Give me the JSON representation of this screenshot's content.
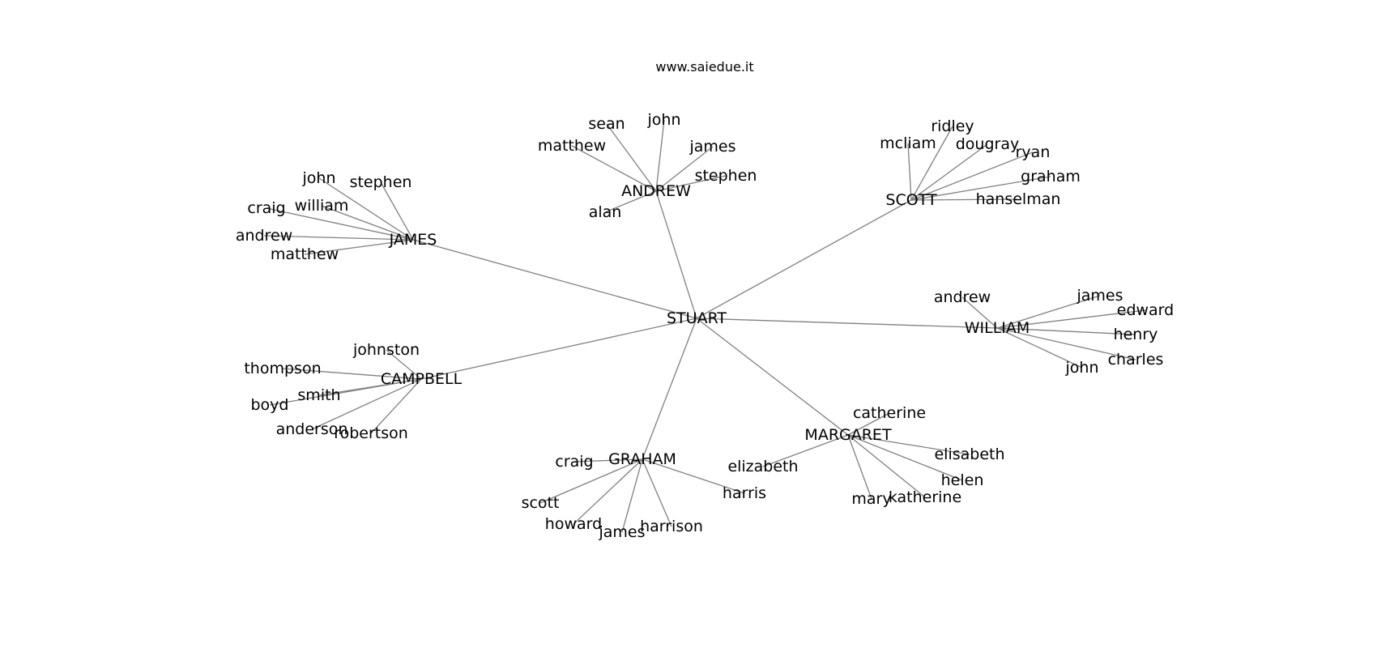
{
  "title": "www.saiedue.it",
  "graph": {
    "center": {
      "label": "STUART"
    },
    "hubs": [
      {
        "label": "JAMES",
        "children": [
          "john",
          "stephen",
          "craig",
          "william",
          "andrew",
          "matthew"
        ]
      },
      {
        "label": "ANDREW",
        "children": [
          "sean",
          "john",
          "matthew",
          "james",
          "stephen",
          "alan"
        ]
      },
      {
        "label": "SCOTT",
        "children": [
          "ridley",
          "mcliam",
          "dougray",
          "ryan",
          "graham",
          "hanselman"
        ]
      },
      {
        "label": "WILLIAM",
        "children": [
          "andrew",
          "james",
          "edward",
          "henry",
          "charles",
          "john"
        ]
      },
      {
        "label": "CAMPBELL",
        "children": [
          "johnston",
          "thompson",
          "smith",
          "boyd",
          "anderson",
          "robertson"
        ]
      },
      {
        "label": "GRAHAM",
        "children": [
          "craig",
          "scott",
          "howard",
          "james",
          "harrison",
          "harris"
        ]
      },
      {
        "label": "MARGARET",
        "children": [
          "catherine",
          "elizabeth",
          "elisabeth",
          "helen",
          "katherine",
          "mary"
        ]
      }
    ]
  }
}
